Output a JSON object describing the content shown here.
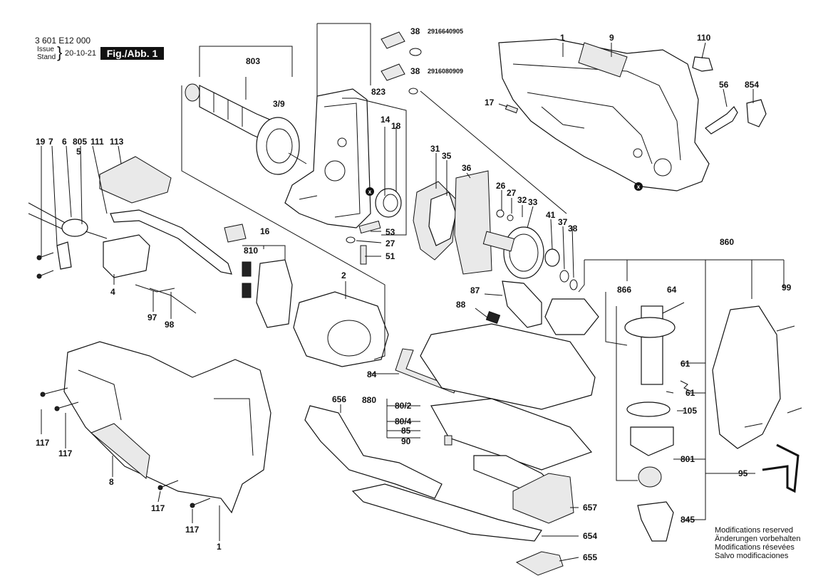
{
  "header": {
    "doc_number": "3 601 E12 000",
    "issue_label_1": "Issue",
    "issue_label_2": "Stand",
    "brace": "}",
    "issue_date": "20-10-21",
    "figure_label": "Fig./Abb. 1"
  },
  "notes": [
    "Modifications reserved",
    "Änderungen vorbehalten",
    "Modifications résevées",
    "Salvo modificaciones"
  ],
  "order_numbers": {
    "pin_38_top": "2916640905",
    "pin_38_mid": "2916080909"
  },
  "callouts": {
    "c1a": "1",
    "c9": "9",
    "c110": "110",
    "c56": "56",
    "c854": "854",
    "c17": "17",
    "c38a": "38",
    "c38b": "38",
    "c38c": "38",
    "c803": "803",
    "c3_9": "3/9",
    "c823": "823",
    "c14": "14",
    "c18": "18",
    "c53": "53",
    "c27a": "27",
    "c51": "51",
    "c31": "31",
    "c35": "35",
    "c36": "36",
    "c26": "26",
    "c27b": "27",
    "c32": "32",
    "c33": "33",
    "c41": "41",
    "c37": "37",
    "c19": "19",
    "c7": "7",
    "c6": "6",
    "c805": "805",
    "c5": "5",
    "c111": "111",
    "c113": "113",
    "c16": "16",
    "c810": "810",
    "c4": "4",
    "c97": "97",
    "c98": "98",
    "c2": "2",
    "c87": "87",
    "c88": "88",
    "c84": "84",
    "c880": "880",
    "c80_2": "80/2",
    "c80_4": "80/4",
    "c85": "85",
    "c90": "90",
    "c656": "656",
    "c657": "657",
    "c654": "654",
    "c655": "655",
    "c860": "860",
    "c866": "866",
    "c64": "64",
    "c99": "99",
    "c61a": "61",
    "c61b": "61",
    "c105": "105",
    "c801": "801",
    "c95": "95",
    "c845": "845",
    "c117a": "117",
    "c117b": "117",
    "c117c": "117",
    "c117d": "117",
    "c8": "8",
    "c1b": "1"
  },
  "markers": {
    "x1": "x",
    "x2": "x"
  }
}
